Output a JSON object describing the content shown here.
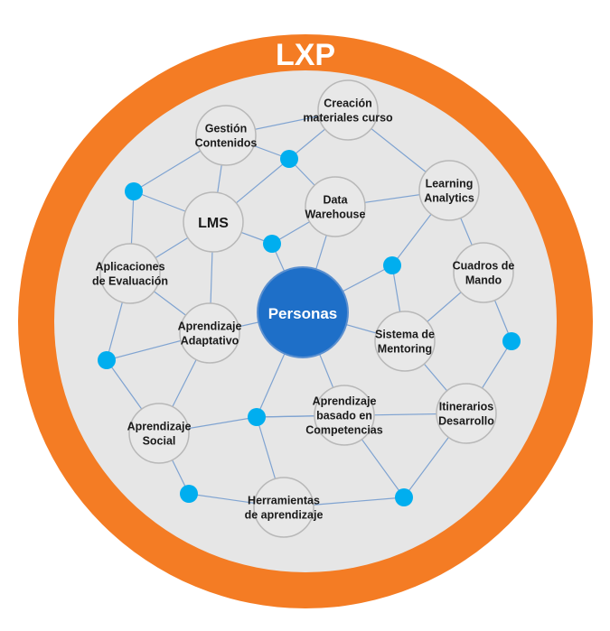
{
  "title": "LXP",
  "colors": {
    "outer_ring": "#F47C24",
    "inner_fill": "#E6E6E6",
    "node_fill": "#E8E8E8",
    "node_stroke": "#B8B8B8",
    "center_fill": "#1E6FC8",
    "dot_fill": "#00AEEF",
    "edge": "#7FA3D1"
  },
  "center": {
    "label": "Personas"
  },
  "nodes": [
    {
      "id": "creacion",
      "lines": [
        "Creación",
        "materiales curso"
      ]
    },
    {
      "id": "gestion",
      "lines": [
        "Gestión",
        "Contenidos"
      ]
    },
    {
      "id": "learning",
      "lines": [
        "Learning",
        "Analytics"
      ]
    },
    {
      "id": "lms",
      "lines": [
        "LMS"
      ]
    },
    {
      "id": "datawh",
      "lines": [
        "Data",
        "Warehouse"
      ]
    },
    {
      "id": "cuadros",
      "lines": [
        "Cuadros de",
        "Mando"
      ]
    },
    {
      "id": "aplicaciones",
      "lines": [
        "Aplicaciones",
        "de Evaluación"
      ]
    },
    {
      "id": "mentoring",
      "lines": [
        "Sistema de",
        "Mentoring"
      ]
    },
    {
      "id": "adaptativo",
      "lines": [
        "Aprendizaje",
        "Adaptativo"
      ]
    },
    {
      "id": "competencias",
      "lines": [
        "Aprendizaje",
        "basado en",
        "Competencias"
      ]
    },
    {
      "id": "itinerarios",
      "lines": [
        "Itinerarios",
        "Desarrollo"
      ]
    },
    {
      "id": "social",
      "lines": [
        "Aprendizaje",
        "Social"
      ]
    },
    {
      "id": "herramientas",
      "lines": [
        "Herramientas",
        "de aprendizaje"
      ]
    }
  ]
}
